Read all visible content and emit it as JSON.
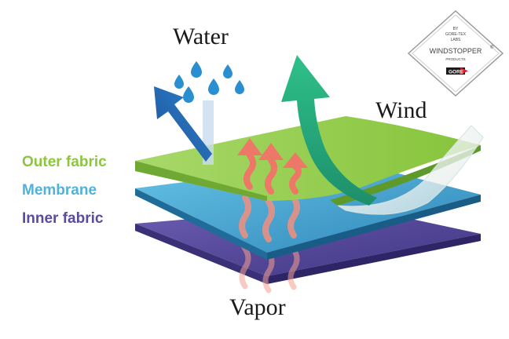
{
  "labels": {
    "water": "Water",
    "wind": "Wind",
    "vapor": "Vapor"
  },
  "layers": [
    {
      "name": "Outer fabric",
      "color": "#8cc63f"
    },
    {
      "name": "Membrane",
      "color": "#4fb3d9"
    },
    {
      "name": "Inner fabric",
      "color": "#5b4a9e"
    }
  ],
  "badge": {
    "by": "BY",
    "company": "GORE-TEX",
    "labs": "LABS",
    "brand": "WINDSTOPPER",
    "registered": "®",
    "products": "PRODUCTS",
    "logo": "GORE"
  },
  "colors": {
    "water_arrow": "#1f6fb8",
    "wind_arrow": "#1fa97a",
    "vapor_arrow": "#f08070",
    "droplet": "#2a8fd0"
  }
}
